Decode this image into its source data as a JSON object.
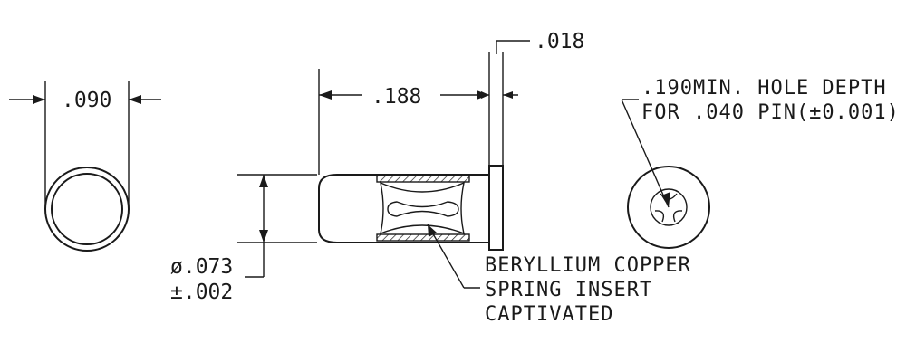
{
  "dimensions": {
    "outer_diameter": ".090",
    "length": ".188",
    "flange_thickness": ".018",
    "bore_diameter_line1": "ø.073",
    "bore_diameter_line2": "±.002"
  },
  "notes": {
    "hole_depth_line1": ".190MIN. HOLE DEPTH",
    "hole_depth_line2": "FOR .040 PIN(±0.001)",
    "insert_line1": "BERYLLIUM COPPER",
    "insert_line2": "SPRING INSERT",
    "insert_line3": "CAPTIVATED"
  },
  "colors": {
    "ink": "#1a1a1a",
    "paper": "#ffffff"
  }
}
